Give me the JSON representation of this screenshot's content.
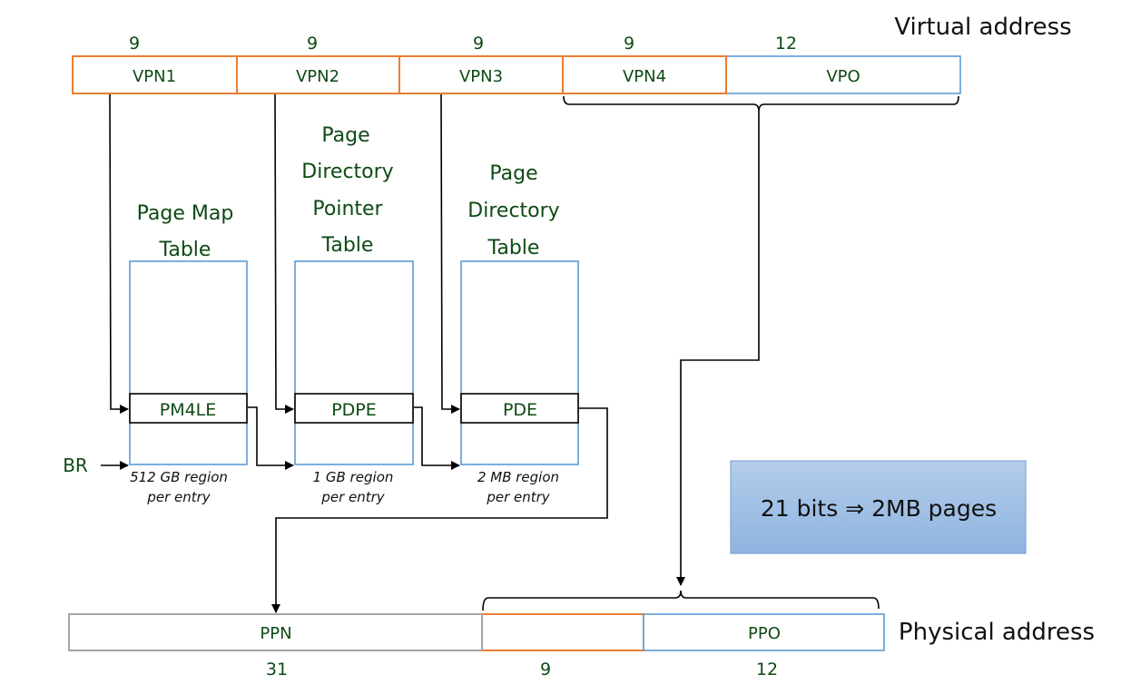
{
  "virtual_address": {
    "label": "Virtual address",
    "fields": [
      {
        "name": "VPN1",
        "bits": "9",
        "color": "#ed7d31"
      },
      {
        "name": "VPN2",
        "bits": "9",
        "color": "#ed7d31"
      },
      {
        "name": "VPN3",
        "bits": "9",
        "color": "#ed7d31"
      },
      {
        "name": "VPN4",
        "bits": "9",
        "color": "#ed7d31"
      },
      {
        "name": "VPO",
        "bits": "12",
        "color": "#5b9bd5"
      }
    ]
  },
  "tables": [
    {
      "title_lines": [
        "Page Map",
        "Table"
      ],
      "entry": "PM4LE",
      "caption_lines": [
        "512 GB region",
        "per entry"
      ]
    },
    {
      "title_lines": [
        "Page",
        "Directory",
        "Pointer",
        "Table"
      ],
      "entry": "PDPE",
      "caption_lines": [
        "1 GB region",
        "per entry"
      ]
    },
    {
      "title_lines": [
        "Page",
        "Directory",
        "Table"
      ],
      "entry": "PDE",
      "caption_lines": [
        "2 MB region",
        "per entry"
      ]
    }
  ],
  "base_register": "BR",
  "callout": {
    "text": "21 bits ⇒ 2MB pages",
    "color": "#9dc3e6"
  },
  "physical_address": {
    "label": "Physical address",
    "fields": [
      {
        "name": "PPN",
        "bits": "31",
        "color": "#a6a6a6"
      },
      {
        "name": "",
        "bits": "9",
        "color": "#ed7d31"
      },
      {
        "name": "PPO",
        "bits": "12",
        "color": "#5b9bd5"
      }
    ]
  },
  "colors": {
    "text_green": "#0e4a14",
    "orange": "#ed7d31",
    "blue": "#5b9bd5",
    "gray": "#a6a6a6"
  }
}
